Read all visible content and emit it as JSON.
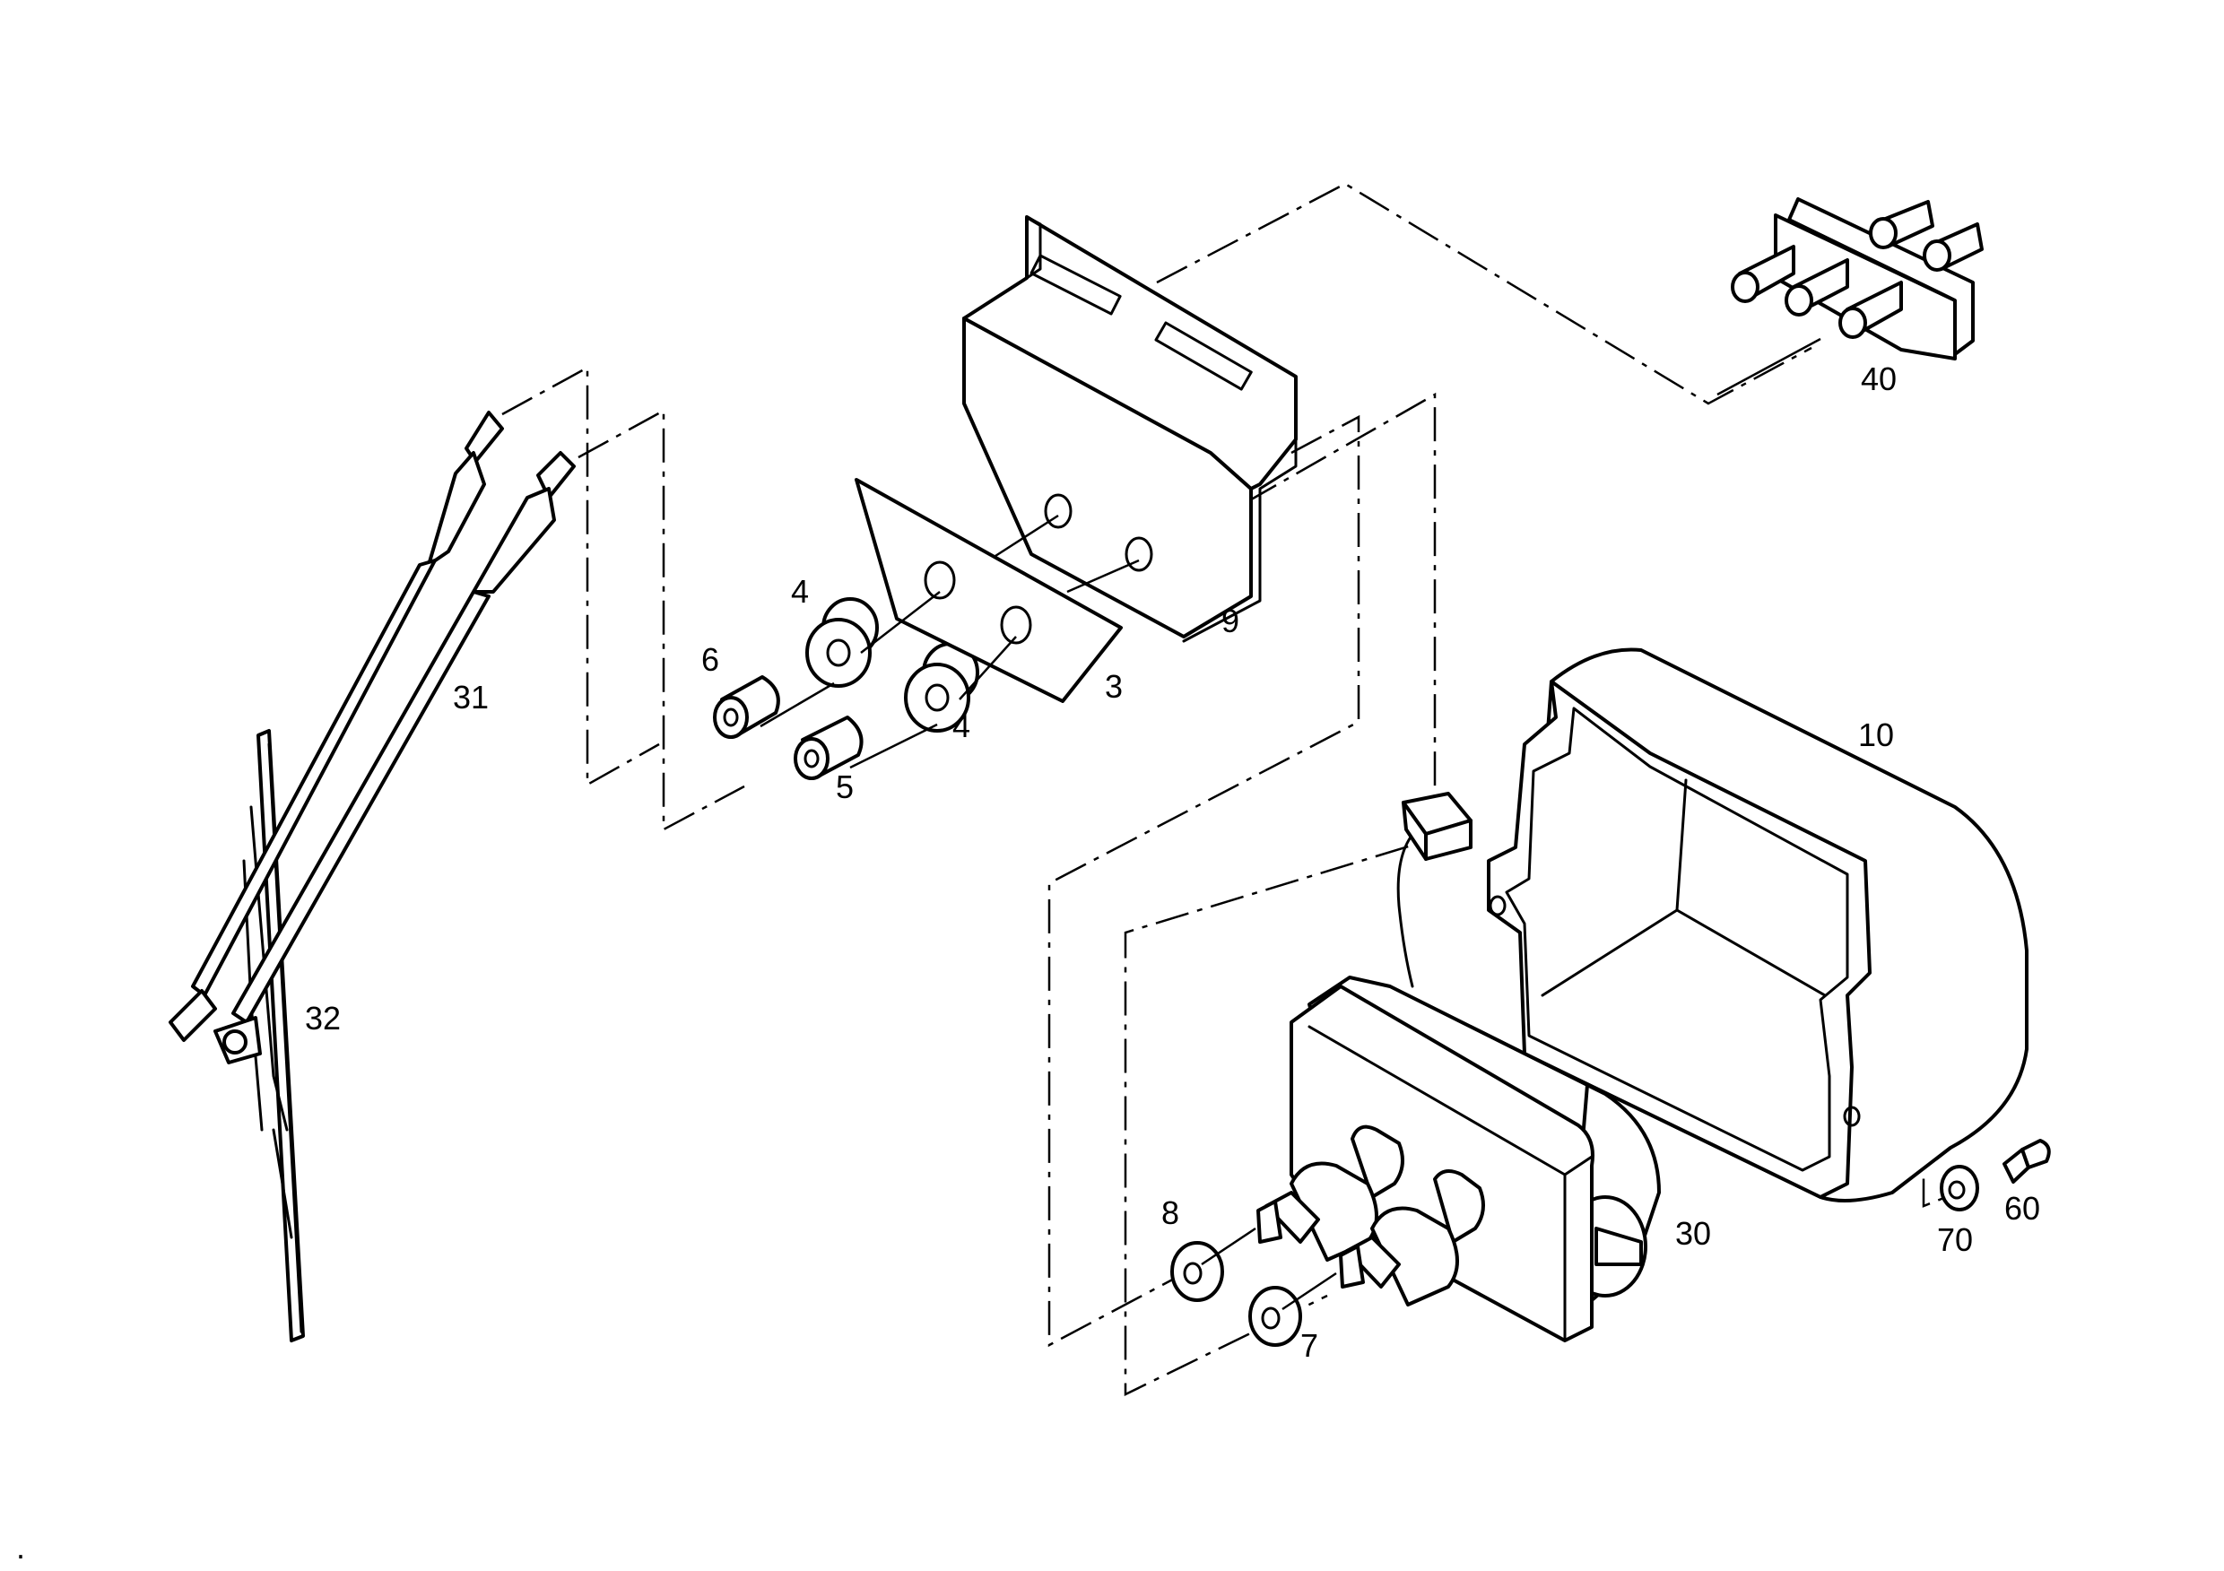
{
  "diagram": {
    "type": "exploded parts diagram",
    "parts": [
      {
        "id": "p3",
        "label": "3",
        "name": "gasket plate"
      },
      {
        "id": "p4a",
        "label": "4",
        "name": "grommet"
      },
      {
        "id": "p4b",
        "label": "4",
        "name": "grommet"
      },
      {
        "id": "p5",
        "label": "5",
        "name": "spacer sleeve"
      },
      {
        "id": "p6",
        "label": "6",
        "name": "spacer sleeve"
      },
      {
        "id": "p7",
        "label": "7",
        "name": "washer"
      },
      {
        "id": "p8",
        "label": "8",
        "name": "washer"
      },
      {
        "id": "p9",
        "label": "9",
        "name": "mounting bracket"
      },
      {
        "id": "p10",
        "label": "10",
        "name": "motor cover"
      },
      {
        "id": "p30",
        "label": "30",
        "name": "wiper motor"
      },
      {
        "id": "p31",
        "label": "31",
        "name": "wiper arm"
      },
      {
        "id": "p32",
        "label": "32",
        "name": "wiper blade"
      },
      {
        "id": "p40",
        "label": "40",
        "name": "connector plug"
      },
      {
        "id": "p60",
        "label": "60",
        "name": "screw"
      },
      {
        "id": "p70",
        "label": "70",
        "name": "nut"
      }
    ],
    "footer_mark": "."
  }
}
